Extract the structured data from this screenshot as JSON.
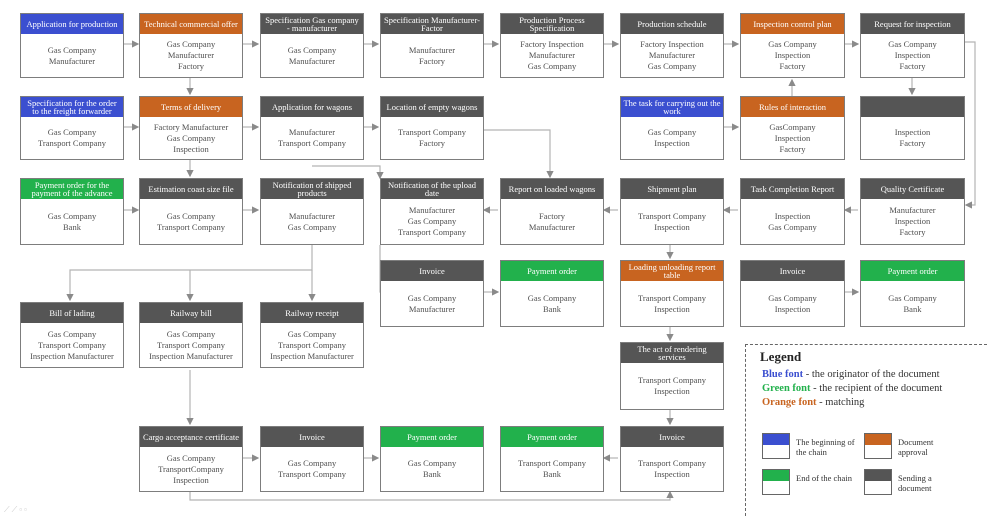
{
  "colors": {
    "blue": "#3b4fd0",
    "green": "#22b14c",
    "orange": "#c86420",
    "gray": "#555555",
    "border": "#7d7d7d"
  },
  "nodes": [
    {
      "id": "n1",
      "color": "blue",
      "title": "Application for production",
      "lines": [
        "Gas Company",
        "Manufacturer"
      ]
    },
    {
      "id": "n2",
      "color": "orange",
      "title": "Technical commercial offer",
      "lines": [
        "Gas Company",
        "Manufacturer",
        "Factory"
      ]
    },
    {
      "id": "n3",
      "color": "gray",
      "title": "Specification Gas company - manufacturer",
      "lines": [
        "Gas Company",
        "Manufacturer"
      ]
    },
    {
      "id": "n4",
      "color": "gray",
      "title": "Specification Manufacturer-Factor",
      "lines": [
        "Manufacturer",
        "Factory"
      ]
    },
    {
      "id": "n5",
      "color": "gray",
      "title": "Production Process Specification",
      "lines": [
        "Factory  Inspection",
        "Manufacturer",
        "Gas Company"
      ]
    },
    {
      "id": "n6",
      "color": "gray",
      "title": "Production schedule",
      "lines": [
        "Factory  Inspection",
        "Manufacturer",
        "Gas Company"
      ]
    },
    {
      "id": "n7",
      "color": "orange",
      "title": "Inspection control plan",
      "lines": [
        "Gas Company",
        "Inspection",
        "Factory"
      ]
    },
    {
      "id": "n8",
      "color": "gray",
      "title": "Request for inspection",
      "lines": [
        "Gas Company",
        "Inspection",
        "Factory"
      ]
    },
    {
      "id": "n9",
      "color": "blue",
      "title": "Specification for the order to the freight forwarder",
      "lines": [
        "Gas Company",
        "Transport Company"
      ]
    },
    {
      "id": "n10",
      "color": "orange",
      "title": "Terms of delivery",
      "lines": [
        "Factory Manufacturer",
        "Gas Company",
        "Inspection"
      ]
    },
    {
      "id": "n11",
      "color": "gray",
      "title": "Application for wagons",
      "lines": [
        "Manufacturer",
        "Transport Company"
      ]
    },
    {
      "id": "n12",
      "color": "gray",
      "title": "Location of empty wagons",
      "lines": [
        "Transport Company",
        "Factory"
      ]
    },
    {
      "id": "n13",
      "color": "blue",
      "title": "The task for carrying out the work",
      "lines": [
        "Gas Company",
        "Inspection"
      ]
    },
    {
      "id": "n14",
      "color": "orange",
      "title": "Rules of interaction",
      "lines": [
        "GasCompany",
        "Inspection",
        "Factory"
      ]
    },
    {
      "id": "n15",
      "color": "gray",
      "title": "",
      "lines": [
        "Inspection",
        "Factory"
      ]
    },
    {
      "id": "n16",
      "color": "green",
      "title": "Payment order for the payment of the advance",
      "lines": [
        "Gas Company",
        "Bank"
      ]
    },
    {
      "id": "n17",
      "color": "gray",
      "title": "Estimation coast size file",
      "lines": [
        "Gas Company",
        "Transport Company"
      ]
    },
    {
      "id": "n18",
      "color": "gray",
      "title": "Notification of shipped products",
      "lines": [
        "Manufacturer",
        "Gas Company"
      ]
    },
    {
      "id": "n19",
      "color": "gray",
      "title": "Notification of the upload date",
      "lines": [
        "Manufacturer",
        "Gas Company",
        "Transport Company"
      ]
    },
    {
      "id": "n20",
      "color": "gray",
      "title": "Report on loaded wagons",
      "lines": [
        "Factory",
        "Manufacturer"
      ]
    },
    {
      "id": "n21",
      "color": "gray",
      "title": "Shipment plan",
      "lines": [
        "Transport Company",
        "Inspection"
      ]
    },
    {
      "id": "n22",
      "color": "gray",
      "title": "Task Completion Report",
      "lines": [
        "Inspection",
        "Gas Company"
      ]
    },
    {
      "id": "n23",
      "color": "gray",
      "title": "Quality Certificate",
      "lines": [
        "Manufacturer",
        "Inspection",
        "Factory"
      ]
    },
    {
      "id": "n24",
      "color": "gray",
      "title": "Invoice",
      "lines": [
        "Gas Company",
        "Manufacturer"
      ]
    },
    {
      "id": "n25",
      "color": "green",
      "title": "Payment order",
      "lines": [
        "Gas Company",
        "Bank"
      ]
    },
    {
      "id": "n26",
      "color": "orange",
      "title": "Loading unloading report table",
      "lines": [
        "Transport Company",
        "Inspection"
      ]
    },
    {
      "id": "n27",
      "color": "gray",
      "title": "Invoice",
      "lines": [
        "Gas Company",
        "Inspection"
      ]
    },
    {
      "id": "n28",
      "color": "green",
      "title": "Payment order",
      "lines": [
        "Gas Company",
        "Bank"
      ]
    },
    {
      "id": "n29",
      "color": "gray",
      "title": "Bill of lading",
      "lines": [
        "Gas Company",
        "Transport Company",
        "Inspection Manufacturer"
      ]
    },
    {
      "id": "n30",
      "color": "gray",
      "title": "Railway bill",
      "lines": [
        "Gas Company",
        "Transport Company",
        "Inspection Manufacturer"
      ]
    },
    {
      "id": "n31",
      "color": "gray",
      "title": "Railway receipt",
      "lines": [
        "Gas Company",
        "Transport Company",
        "Inspection Manufacturer"
      ]
    },
    {
      "id": "n32",
      "color": "gray",
      "title": "The act of rendering services",
      "lines": [
        "Transport Company",
        "Inspection"
      ]
    },
    {
      "id": "n33",
      "color": "gray",
      "title": "Cargo acceptance certificate",
      "lines": [
        "Gas Company",
        "TransportCompany",
        "Inspection"
      ]
    },
    {
      "id": "n34",
      "color": "gray",
      "title": "Invoice",
      "lines": [
        "Gas Company",
        "Transport Company"
      ]
    },
    {
      "id": "n35",
      "color": "green",
      "title": "Payment order",
      "lines": [
        "Gas Company",
        "Bank"
      ]
    },
    {
      "id": "n36",
      "color": "green",
      "title": "Payment order",
      "lines": [
        "Transport Company",
        "Bank"
      ]
    },
    {
      "id": "n37",
      "color": "gray",
      "title": "Invoice",
      "lines": [
        "Transport Company",
        "Inspection"
      ]
    }
  ],
  "legend": {
    "title": "Legend",
    "text_lines": [
      {
        "key": "Blue font",
        "rest": " - the originator of the document",
        "color": "blue"
      },
      {
        "key": "Green font",
        "rest": " - the recipient of the document",
        "color": "green"
      },
      {
        "key": "Orange font",
        "rest": " -  matching",
        "color": "orange"
      }
    ],
    "swatches": [
      {
        "color": "blue",
        "label": "The beginning of the chain"
      },
      {
        "color": "orange",
        "label": "Document approval"
      },
      {
        "color": "green",
        "label": "End of the chain"
      },
      {
        "color": "gray",
        "label": "Sending a document"
      }
    ]
  }
}
